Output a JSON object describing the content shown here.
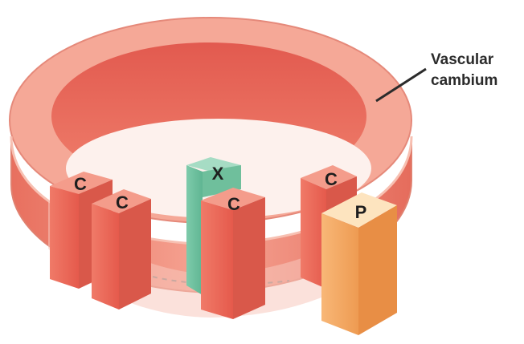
{
  "callout": {
    "label_line1": "Vascular",
    "label_line2": "cambium"
  },
  "cells": {
    "c1": "C",
    "c2": "C",
    "x": "X",
    "c3": "C",
    "c4": "C",
    "p": "P"
  },
  "colors": {
    "cambium_ring": "#f4a08a",
    "cambium_inner": "#e8665a",
    "cambium_cell": "#ee6a5a",
    "xylem_cell": "#7fc8a8",
    "phloem_cell": "#f4b276",
    "callout_line": "#2b2b2b"
  }
}
